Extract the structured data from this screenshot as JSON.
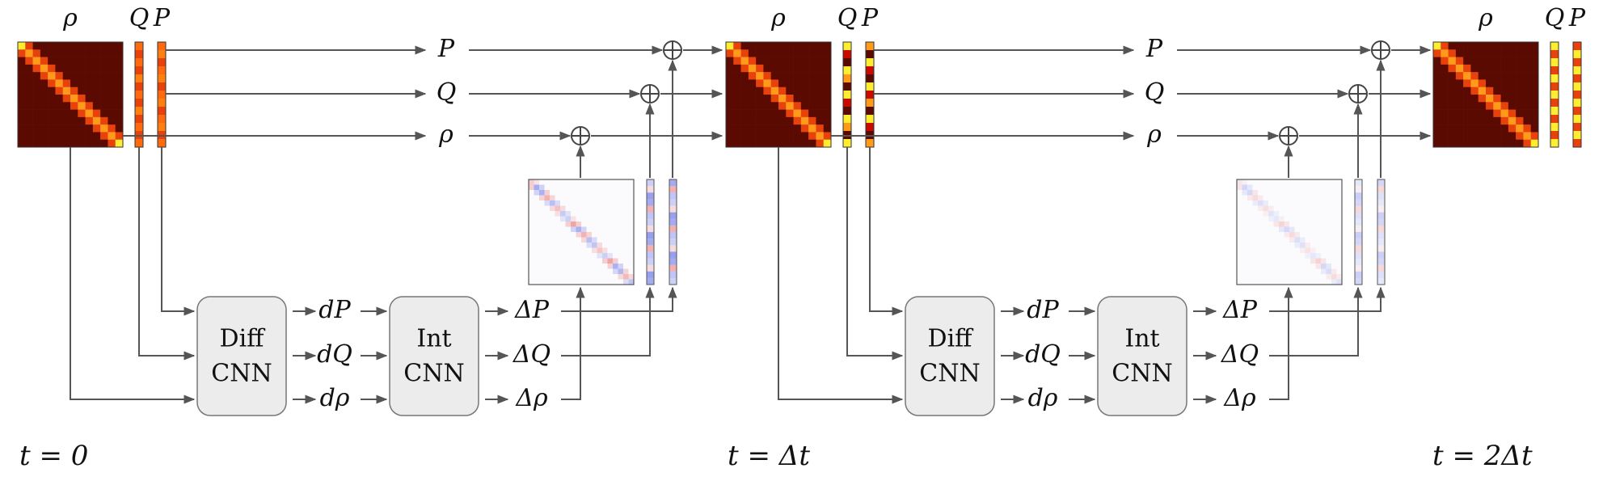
{
  "stages": [
    {
      "time_label": "t = 0",
      "input_labels": {
        "rho": "ρ",
        "q": "Q",
        "p": "P"
      },
      "flow_labels": {
        "p": "P",
        "q": "Q",
        "rho": "ρ"
      },
      "diff_cnn": {
        "line1": "Diff",
        "line2": "CNN"
      },
      "int_cnn": {
        "line1": "Int",
        "line2": "CNN"
      },
      "d_labels": {
        "p": "dP",
        "q": "dQ",
        "rho": "dρ"
      },
      "delta_labels": {
        "p": "ΔP",
        "q": "ΔQ",
        "rho": "Δρ"
      },
      "delta_strength": 0.75
    },
    {
      "time_label": "t = Δt",
      "input_labels": {
        "rho": "ρ",
        "q": "Q",
        "p": "P"
      },
      "flow_labels": {
        "p": "P",
        "q": "Q",
        "rho": "ρ"
      },
      "diff_cnn": {
        "line1": "Diff",
        "line2": "CNN"
      },
      "int_cnn": {
        "line1": "Int",
        "line2": "CNN"
      },
      "d_labels": {
        "p": "dP",
        "q": "dQ",
        "rho": "dρ"
      },
      "delta_labels": {
        "p": "ΔP",
        "q": "ΔQ",
        "rho": "Δρ"
      },
      "delta_strength": 0.35
    }
  ],
  "final": {
    "time_label": "t = 2Δt",
    "input_labels": {
      "rho": "ρ",
      "q": "Q",
      "p": "P"
    }
  },
  "plus_symbol": "⊕",
  "colors": {
    "heat_dark": "#5a0a00",
    "heat_mid": "#e8420c",
    "heat_hot": "#ff9a1a",
    "heat_peak": "#ffee30",
    "delta_pos": "#e86a6a",
    "delta_neg": "#6a76e8",
    "box_fill": "#ececec",
    "arrow": "#555555"
  }
}
